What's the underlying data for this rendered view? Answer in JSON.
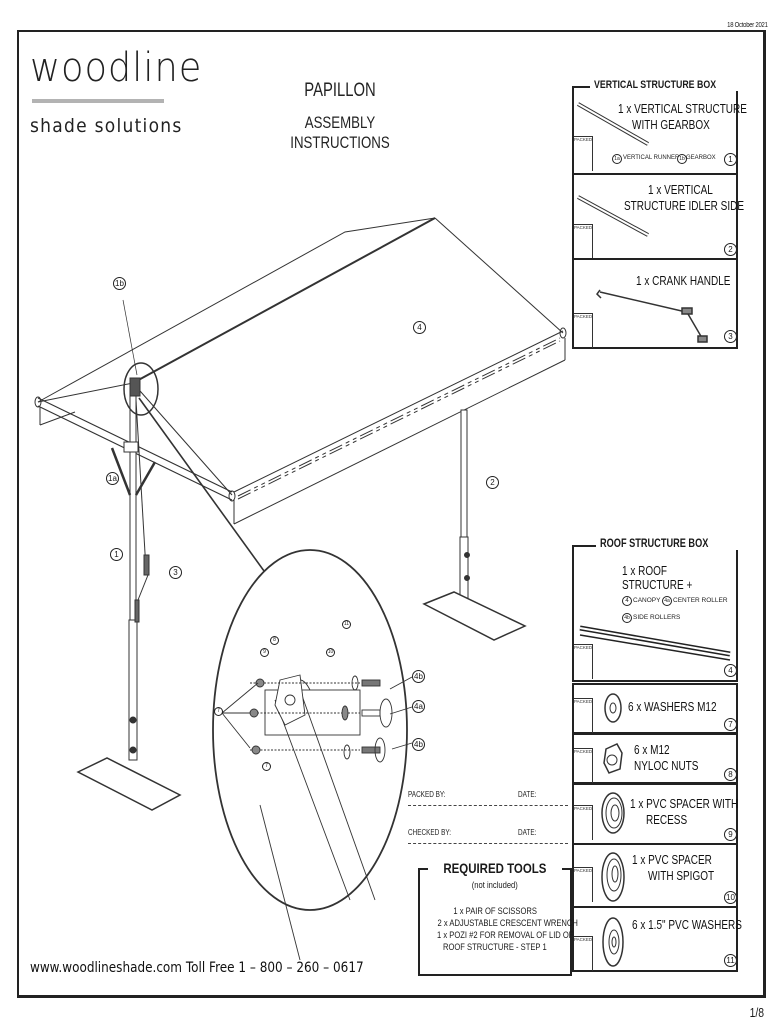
{
  "header": {
    "date": "18 October 2021",
    "logo_word": "woodline",
    "logo_tagline": "shade solutions",
    "title": "PAPILLON",
    "subtitle": "ASSEMBLY INSTRUCTIONS"
  },
  "diagram": {
    "callouts": [
      "1b",
      "4",
      "1a",
      "2",
      "1",
      "3"
    ],
    "detail_callouts": [
      "7",
      "7",
      "8",
      "9",
      "10",
      "11",
      "11",
      "4b",
      "4a",
      "4b"
    ]
  },
  "vertical_box": {
    "title": "VERTICAL STRUCTURE BOX",
    "packed_label": "PACKED",
    "items": [
      {
        "text_lines": [
          "1 x VERTICAL STRUCTURE",
          "WITH GEARBOX"
        ],
        "sub_parts": [
          {
            "num": "1a",
            "label": "VERTICAL RUNNER"
          },
          {
            "num": "1b",
            "label": "GEARBOX"
          }
        ],
        "num": "1"
      },
      {
        "text_lines": [
          "1 x VERTICAL",
          "STRUCTURE IDLER SIDE"
        ],
        "num": "2"
      },
      {
        "text_lines": [
          "1 x CRANK HANDLE"
        ],
        "num": "3"
      }
    ]
  },
  "roof_box": {
    "title": "ROOF STRUCTURE BOX",
    "packed_label": "PACKED",
    "text_lines": [
      "1 x ROOF",
      "STRUCTURE +"
    ],
    "sub_parts": [
      {
        "num": "4",
        "label": "CANOPY"
      },
      {
        "num": "4a",
        "label": "CENTER ROLLER"
      },
      {
        "num": "4b",
        "label": "SIDE ROLLERS"
      }
    ],
    "num": "4"
  },
  "hardware": [
    {
      "text_lines": [
        "6 x WASHERS M12"
      ],
      "num": "7",
      "icon": "washer-icon"
    },
    {
      "text_lines": [
        "6 x M12",
        "NYLOC NUTS"
      ],
      "num": "8",
      "icon": "nut-icon"
    },
    {
      "text_lines": [
        "1 x PVC SPACER WITH",
        "RECESS"
      ],
      "num": "9",
      "icon": "spacer-icon"
    },
    {
      "text_lines": [
        "1 x PVC SPACER",
        "WITH SPIGOT"
      ],
      "num": "10",
      "icon": "spacer-icon"
    },
    {
      "text_lines": [
        "6 x 1.5\" PVC WASHERS"
      ],
      "num": "11",
      "icon": "washer-icon"
    }
  ],
  "signoff": {
    "packed_by": "PACKED BY:",
    "checked_by": "CHECKED BY:",
    "date": "DATE:"
  },
  "tools": {
    "title": "REQUIRED TOOLS",
    "note": "(not included)",
    "items": [
      "1 x PAIR OF SCISSORS",
      "2 x ADJUSTABLE CRESCENT WRENCH",
      "1 x POZI #2 FOR REMOVAL OF LID OF",
      "ROOF STRUCTURE - STEP 1"
    ]
  },
  "footer": {
    "contact": "www.woodlineshade.com  Toll Free 1 – 800 – 260 – 0617",
    "page": "1/8"
  }
}
